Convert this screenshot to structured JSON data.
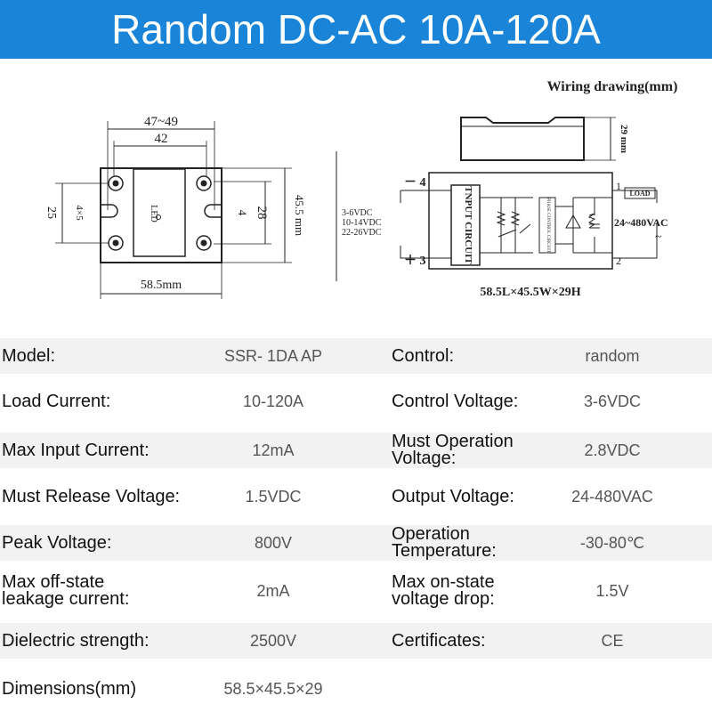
{
  "banner": {
    "title": "Random DC-AC 10A-120A"
  },
  "colors": {
    "banner": "#1a85d8",
    "row_shade": "#f2f2f2"
  },
  "left_drawing": {
    "dim_top_outer": "47~49",
    "dim_top_inner": "42",
    "dim_left": "25",
    "dim_hole": "4×5",
    "led_label": "LED",
    "dim_slot": "4",
    "dim_right_inner": "28",
    "dim_right_outer": "45.5 mm",
    "dim_bottom": "58.5mm"
  },
  "right_drawing": {
    "title": "Wiring drawing(mm)",
    "height_dim": "29 mm",
    "input_voltage_1": "3-6VDC",
    "input_voltage_2": "10-14VDC",
    "input_voltage_3": "22-26VDC",
    "terminal_minus": "－ 4",
    "terminal_plus": "＋ 3",
    "terminal_1": "1",
    "terminal_2": "2",
    "input_circuit": "TNPUT CIRCUIT",
    "phase_control": "PHASE CONTROL CIRCUIT",
    "load_label": "LOAD",
    "ac_voltage": "24~480VAC",
    "ac_symbol": "~",
    "dimensions": "58.5L×45.5W×29H"
  },
  "specs": [
    {
      "left_label": [
        "Model:"
      ],
      "left_value": "SSR- 1DA  AP",
      "right_label": [
        "Control:"
      ],
      "right_value": "random"
    },
    {
      "left_label": [
        "Load Current:"
      ],
      "left_value": "10-120A",
      "right_label": [
        "Control Voltage:"
      ],
      "right_value": "3-6VDC"
    },
    {
      "left_label": [
        "Max Input Current:"
      ],
      "left_value": "12mA",
      "right_label": [
        "Must Operation",
        "Voltage:"
      ],
      "right_value": "2.8VDC"
    },
    {
      "left_label": [
        "Must Release Voltage:"
      ],
      "left_value": "1.5VDC",
      "right_label": [
        "Output Voltage:"
      ],
      "right_value": "24-480VAC"
    },
    {
      "left_label": [
        "Peak Voltage:"
      ],
      "left_value": "800V",
      "right_label": [
        "Operation",
        "Temperature:"
      ],
      "right_value": "-30-80℃"
    },
    {
      "left_label": [
        "Max off-state",
        "leakage current:"
      ],
      "left_value": "2mA",
      "right_label": [
        "Max on-state",
        "voltage drop:"
      ],
      "right_value": "1.5V"
    },
    {
      "left_label": [
        "Dielectric strength:"
      ],
      "left_value": "2500V",
      "right_label": [
        "Certificates:"
      ],
      "right_value": "CE"
    },
    {
      "left_label": [
        "Dimensions(mm)"
      ],
      "left_value": "58.5×45.5×29",
      "right_label": [],
      "right_value": ""
    }
  ]
}
